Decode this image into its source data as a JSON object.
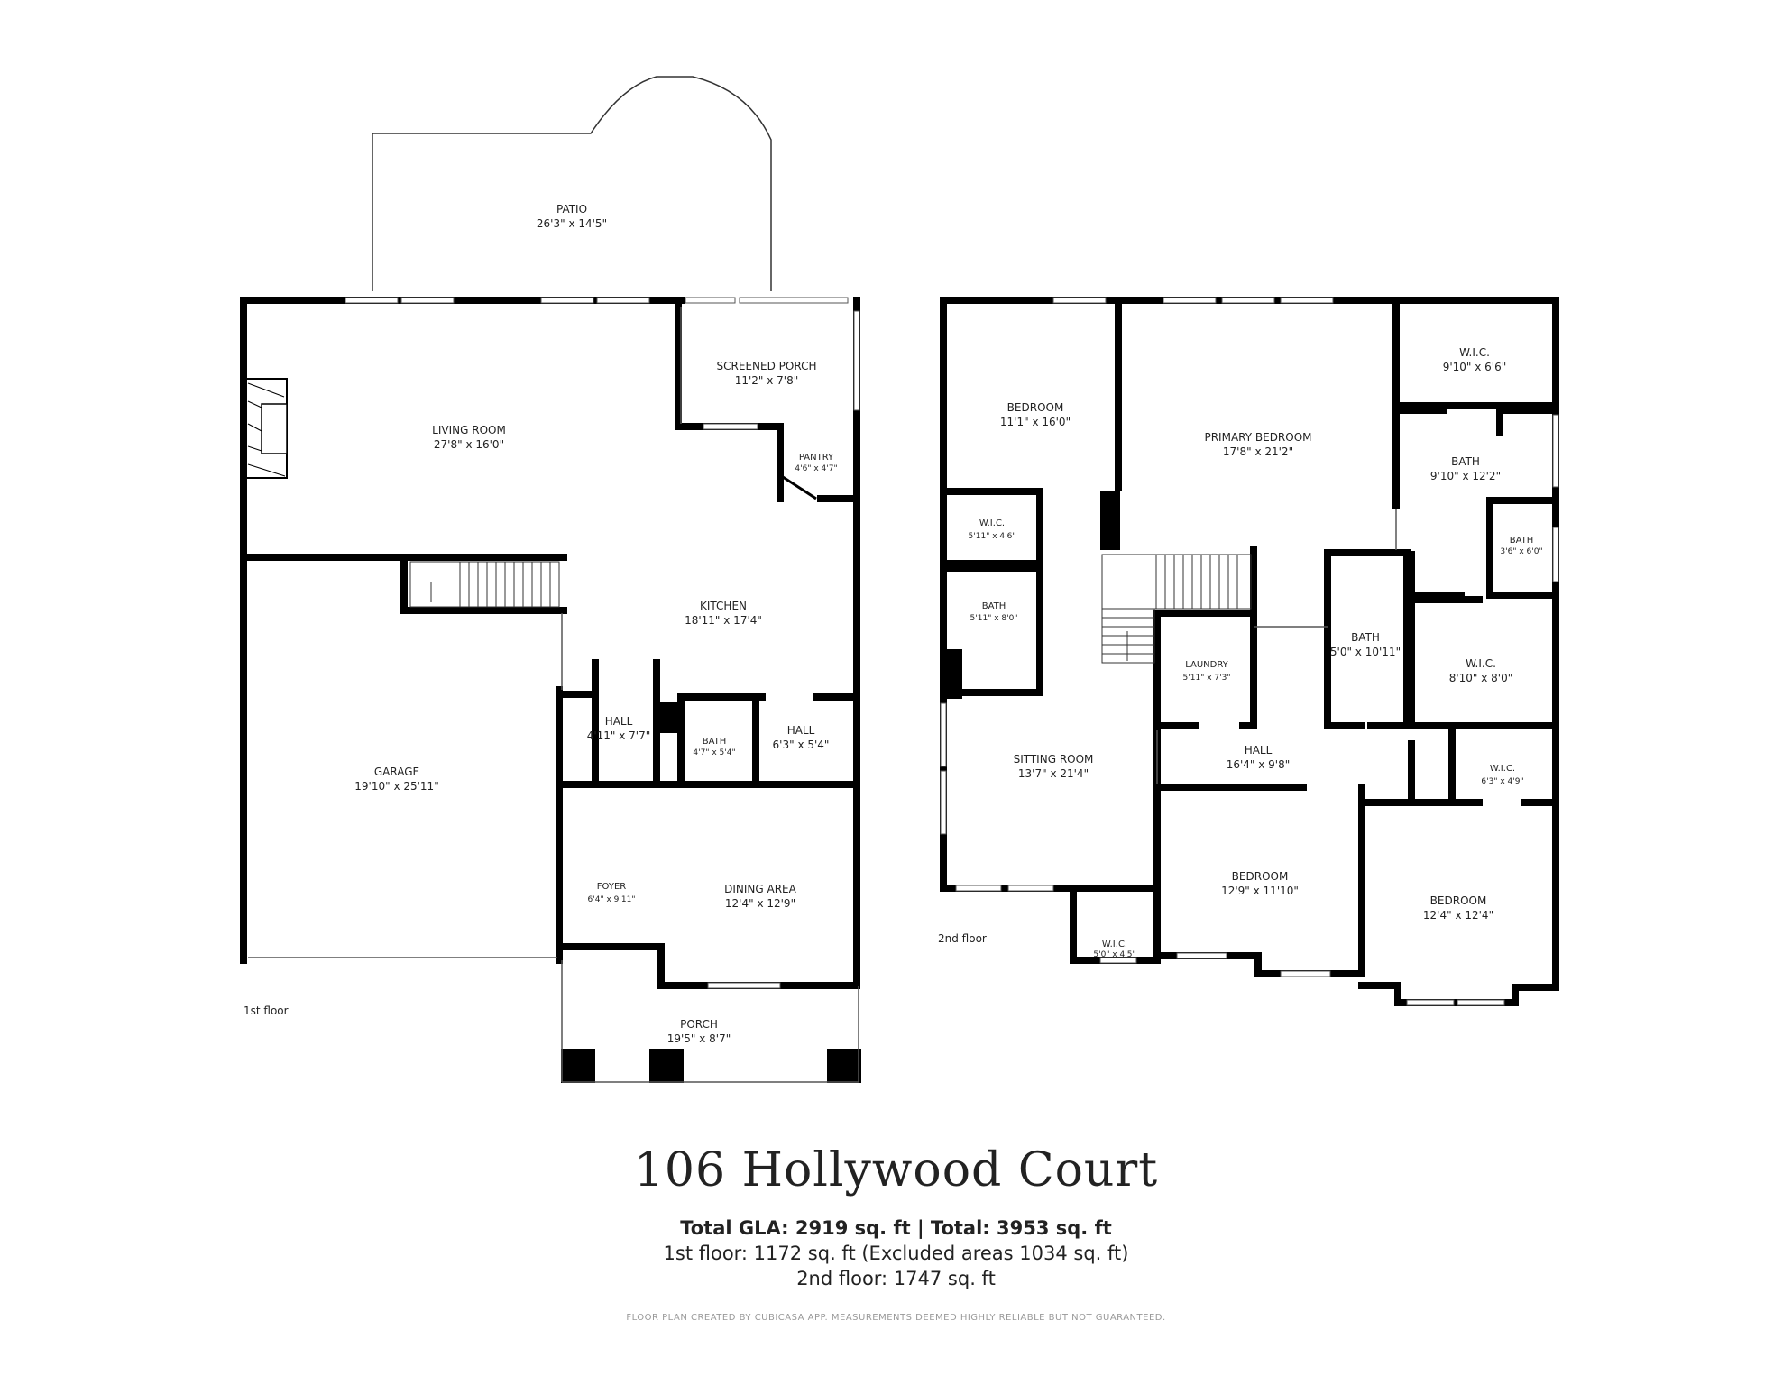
{
  "address": "106 Hollywood Court",
  "summary": {
    "total_line": "Total GLA: 2919 sq. ft | Total: 3953 sq. ft",
    "floor1_line": "1st floor: 1172 sq. ft (Excluded areas 1034 sq. ft)",
    "floor2_line": "2nd floor: 1747 sq. ft"
  },
  "footer": "FLOOR PLAN CREATED BY CUBICASA APP. MEASUREMENTS DEEMED HIGHLY RELIABLE BUT NOT GUARANTEED.",
  "floors": [
    {
      "label": "1st floor",
      "rooms": [
        {
          "name": "PATIO",
          "dim": "26'3\" x 14'5\""
        },
        {
          "name": "SCREENED PORCH",
          "dim": "11'2\" x 7'8\""
        },
        {
          "name": "LIVING ROOM",
          "dim": "27'8\" x 16'0\""
        },
        {
          "name": "PANTRY",
          "dim": "4'6\" x 4'7\""
        },
        {
          "name": "KITCHEN",
          "dim": "18'11\" x 17'4\""
        },
        {
          "name": "HALL",
          "dim": "4'11\" x 7'7\""
        },
        {
          "name": "BATH",
          "dim": "4'7\" x 5'4\""
        },
        {
          "name": "HALL",
          "dim": "6'3\" x 5'4\""
        },
        {
          "name": "GARAGE",
          "dim": "19'10\" x 25'11\""
        },
        {
          "name": "FOYER",
          "dim": "6'4\" x 9'11\""
        },
        {
          "name": "DINING AREA",
          "dim": "12'4\" x 12'9\""
        },
        {
          "name": "PORCH",
          "dim": "19'5\" x 8'7\""
        }
      ]
    },
    {
      "label": "2nd floor",
      "rooms": [
        {
          "name": "BEDROOM",
          "dim": "11'1\" x 16'0\""
        },
        {
          "name": "PRIMARY BEDROOM",
          "dim": "17'8\" x 21'2\""
        },
        {
          "name": "W.I.C.",
          "dim": "9'10\" x 6'6\""
        },
        {
          "name": "BATH",
          "dim": "9'10\" x 12'2\""
        },
        {
          "name": "W.I.C.",
          "dim": "5'11\" x 4'6\""
        },
        {
          "name": "BATH",
          "dim": "3'6\" x 6'0\""
        },
        {
          "name": "BATH",
          "dim": "5'11\" x 8'0\""
        },
        {
          "name": "LAUNDRY",
          "dim": "5'11\" x 7'3\""
        },
        {
          "name": "BATH",
          "dim": "5'0\" x 10'11\""
        },
        {
          "name": "W.I.C.",
          "dim": "8'10\" x 8'0\""
        },
        {
          "name": "SITTING ROOM",
          "dim": "13'7\" x 21'4\""
        },
        {
          "name": "HALL",
          "dim": "16'4\" x 9'8\""
        },
        {
          "name": "W.I.C.",
          "dim": "6'3\" x 4'9\""
        },
        {
          "name": "BEDROOM",
          "dim": "12'9\" x 11'10\""
        },
        {
          "name": "BEDROOM",
          "dim": "12'4\" x 12'4\""
        },
        {
          "name": "W.I.C.",
          "dim": "5'0\" x 4'5\""
        }
      ]
    }
  ]
}
